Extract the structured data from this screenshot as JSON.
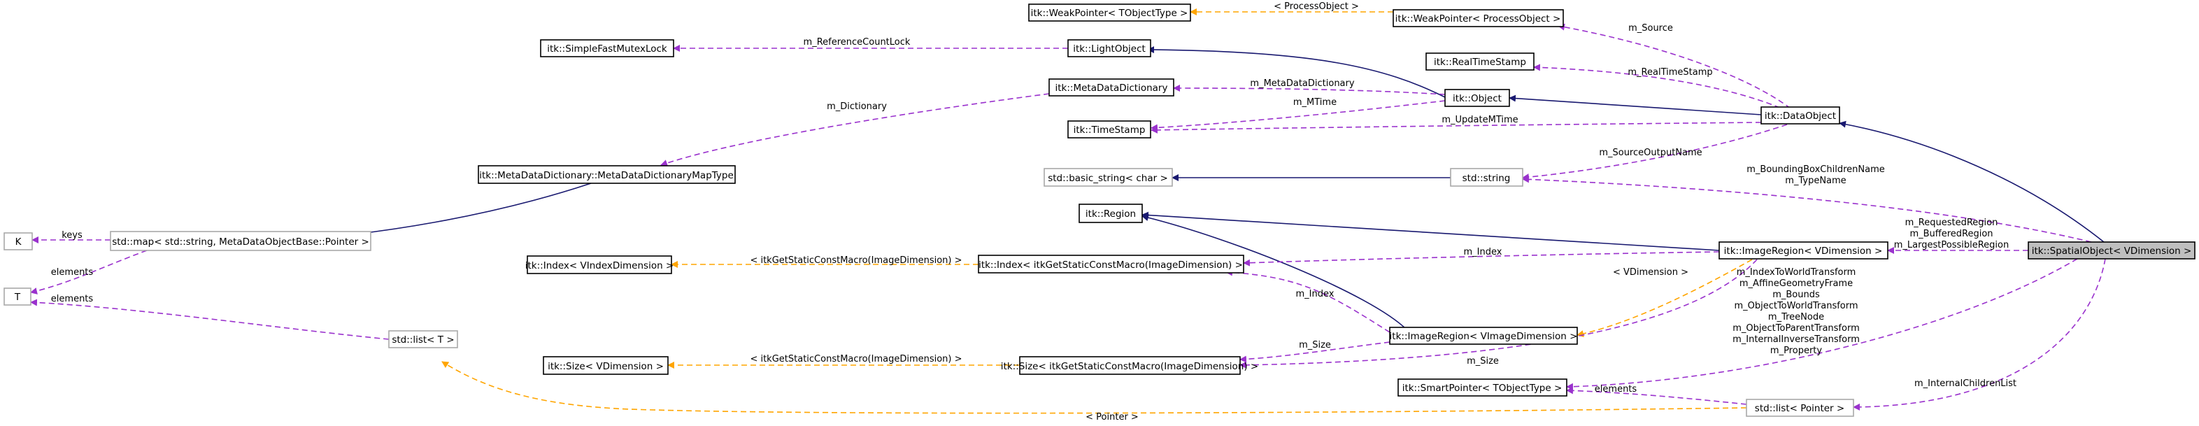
{
  "colors": {
    "inheritance": "#191970",
    "usage": "#9a32cd",
    "template": "#ffa500",
    "node_border": "#000000",
    "external_node_border": "#a8a8a8",
    "focus_fill": "#bfbfbf"
  },
  "nodes": {
    "weak_pointer_t": "itk::WeakPointer< TObjectType >",
    "weak_pointer_po": "itk::WeakPointer< ProcessObject >",
    "simple_fast_mutex_lock": "itk::SimpleFastMutexLock",
    "light_object": "itk::LightObject",
    "real_time_stamp": "itk::RealTimeStamp",
    "meta_data_dictionary": "itk::MetaDataDictionary",
    "object": "itk::Object",
    "data_object": "itk::DataObject",
    "time_stamp": "itk::TimeStamp",
    "mdd_map_type": "itk::MetaDataDictionary::MetaDataDictionaryMapType",
    "basic_string": "std::basic_string< char >",
    "std_string": "std::string",
    "k": "K",
    "std_map": "std::map< std::string, MetaDataObjectBase::Pointer >",
    "t": "T",
    "region": "itk::Region",
    "image_region_v": "itk::ImageRegion< VDimension >",
    "spatial_object": "itk::SpatialObject< VDimension >",
    "index_v": "itk::Index< VIndexDimension >",
    "index_itk": "itk::Index< itkGetStaticConstMacro(ImageDimension) >",
    "image_region_vi": "itk::ImageRegion< VImageDimension >",
    "size_v": "itk::Size< VDimension >",
    "size_itk": "itk::Size< itkGetStaticConstMacro(ImageDimension) >",
    "std_list_t": "std::list< T >",
    "smart_pointer": "itk::SmartPointer< TObjectType >",
    "std_list_pointer": "std::list< Pointer >"
  },
  "edge_labels": {
    "process_object": "< ProcessObject >",
    "m_source": "m_Source",
    "m_reference_count_lock": "m_ReferenceCountLock",
    "m_real_time_stamp": "m_RealTimeStamp",
    "m_meta_data_dictionary": "m_MetaDataDictionary",
    "m_mtime": "m_MTime",
    "m_dictionary": "m_Dictionary",
    "m_update_mtime": "m_UpdateMTime",
    "m_source_output_name": "m_SourceOutputName",
    "keys": "keys",
    "elements_map": "elements",
    "elements_list_t": "elements",
    "bbox_typename_1": "m_BoundingBoxChildrenName",
    "bbox_typename_2": "m_TypeName",
    "regions_1": "m_RequestedRegion",
    "regions_2": "m_BufferedRegion",
    "regions_3": "m_LargestPossibleRegion",
    "m_index_1": "m_Index",
    "index_template": "< itkGetStaticConstMacro(ImageDimension) >",
    "vdimension": "< VDimension >",
    "m_index_2": "m_Index",
    "m_size_1": "m_Size",
    "size_template": "< itkGetStaticConstMacro(ImageDimension) >",
    "m_size_2": "m_Size",
    "smart_1": "m_IndexToWorldTransform",
    "smart_2": "m_AffineGeometryFrame",
    "smart_3": "m_Bounds",
    "smart_4": "m_ObjectToWorldTransform",
    "smart_5": "m_TreeNode",
    "smart_6": "m_ObjectToParentTransform",
    "smart_7": "m_InternalInverseTransform",
    "smart_8": "m_Property",
    "elements_smart": "elements",
    "m_internal_children_list": "m_InternalChildrenList",
    "pointer_template": "< Pointer >"
  }
}
